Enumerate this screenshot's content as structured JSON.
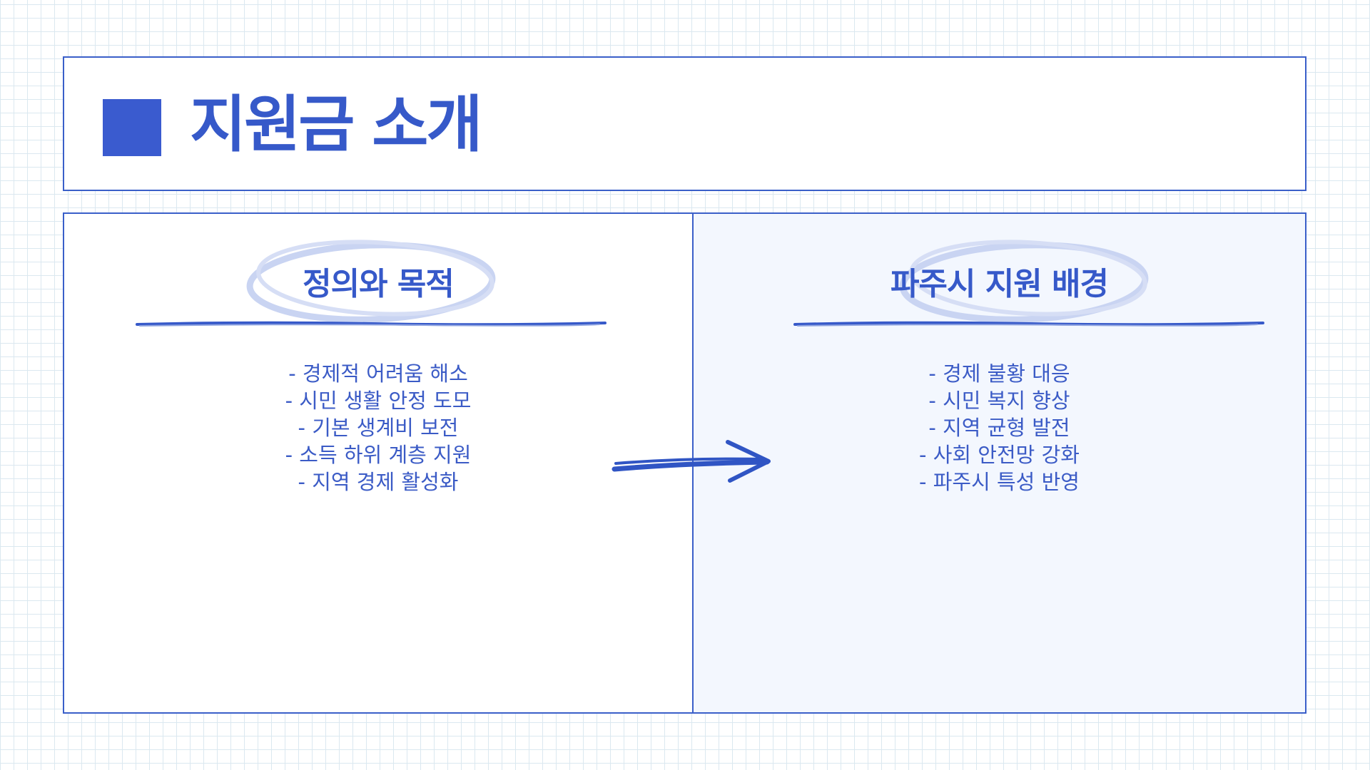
{
  "title": {
    "text": "지원금 소개"
  },
  "left_panel": {
    "heading": "정의와 목적",
    "items": [
      "- 경제적 어려움 해소",
      "- 시민 생활 안정 도모",
      "- 기본 생계비 보전",
      "- 소득 하위 계층 지원",
      "- 지역 경제 활성화"
    ]
  },
  "right_panel": {
    "heading": "파주시 지원 배경",
    "items": [
      "- 경제 불황 대응",
      "- 시민 복지 향상",
      "- 지역 균형 발전",
      "- 사회 안전망 강화",
      "- 파주시 특성 반영"
    ]
  },
  "colors": {
    "accent": "#3659c9",
    "ellipse": "#c9d4f2",
    "grid": "#dbe8f0",
    "right_panel_bg": "#f3f7fe"
  },
  "icons": {
    "title_marker": "filled-square",
    "connector": "hand-drawn-arrow-right"
  }
}
